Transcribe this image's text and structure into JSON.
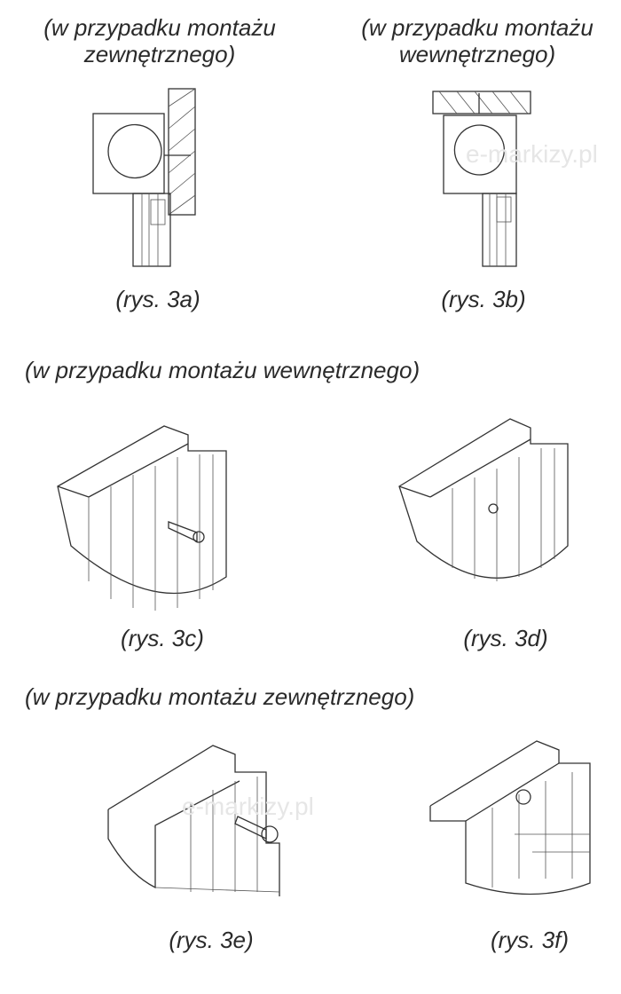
{
  "headings": {
    "top_left": [
      "(w przypadku montażu",
      "zewnętrznego)"
    ],
    "top_right": [
      "(w przypadku montażu",
      "wewnętrznego)"
    ],
    "middle": "(w przypadku montażu wewnętrznego)",
    "bottom": "(w przypadku montażu zewnętrznego)"
  },
  "captions": {
    "3a": "(rys. 3a)",
    "3b": "(rys. 3b)",
    "3c": "(rys. 3c)",
    "3d": "(rys. 3d)",
    "3e": "(rys. 3e)",
    "3f": "(rys. 3f)"
  },
  "watermark": "e-markizy.pl"
}
